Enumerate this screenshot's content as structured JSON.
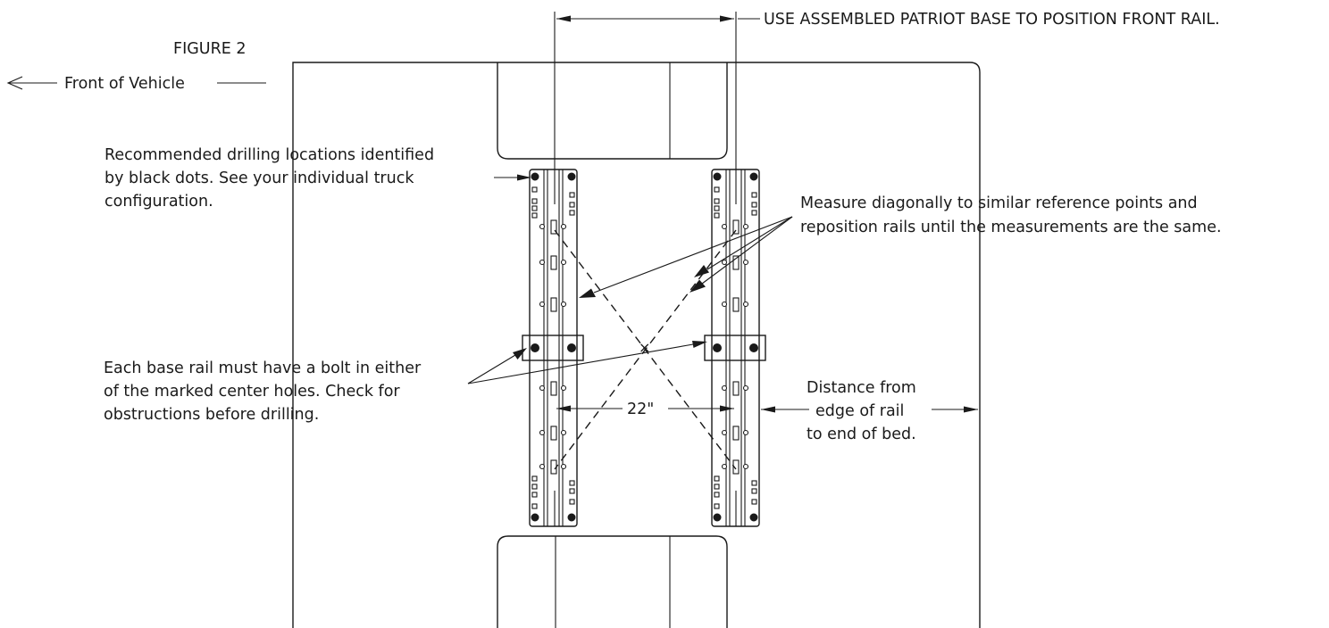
{
  "figure": {
    "title": "FIGURE 2",
    "front_label": "Front of Vehicle",
    "dimension_note": "USE ASSEMBLED PATRIOT BASE TO POSITION FRONT RAIL.",
    "drilling_note": [
      "Recommended drilling locations identified",
      "by black dots.  See your individual truck",
      "configuration."
    ],
    "diagonal_note": [
      "Measure diagonally to similar reference points and",
      "reposition rails until the measurements are the same."
    ],
    "bolt_note": [
      "Each base rail must have a bolt in either",
      "of the marked center holes. Check for",
      "obstructions before drilling."
    ],
    "spacing_label": "22\"",
    "distance_note": [
      "Distance from",
      "edge of rail",
      "to end of bed."
    ]
  }
}
